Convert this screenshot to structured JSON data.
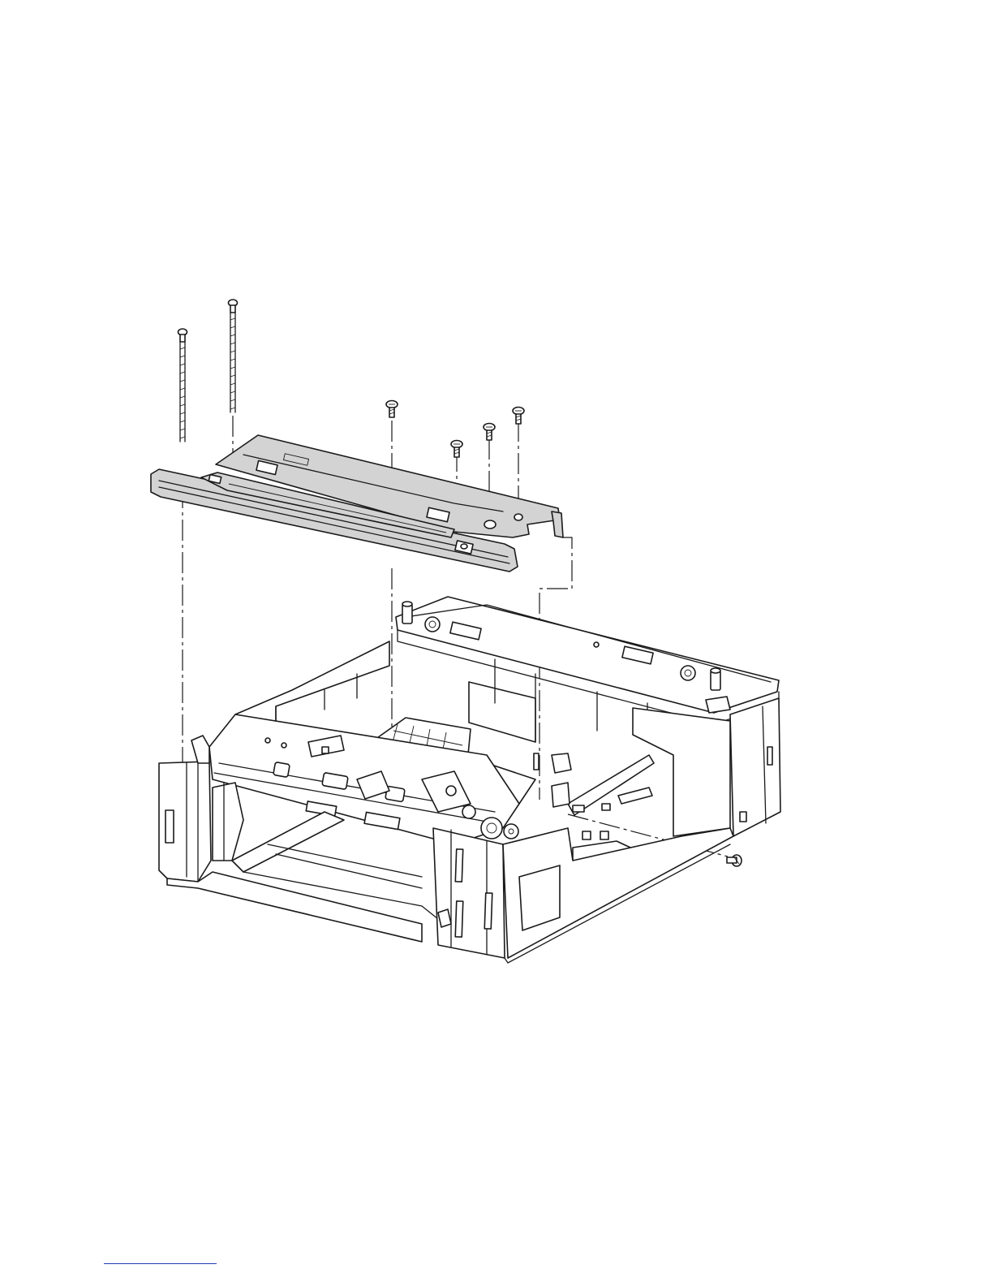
{
  "figure": {
    "subject": "exploded-view-tray-cover-removal",
    "parts": [
      "long-screw",
      "short-screw",
      "top-cover-plate",
      "tray-unit-chassis",
      "side-screw"
    ]
  },
  "colors": {
    "line": "#1a1a1a",
    "highlight_part": "#d3d3d3",
    "footer_rule": "#1f3fb8"
  }
}
